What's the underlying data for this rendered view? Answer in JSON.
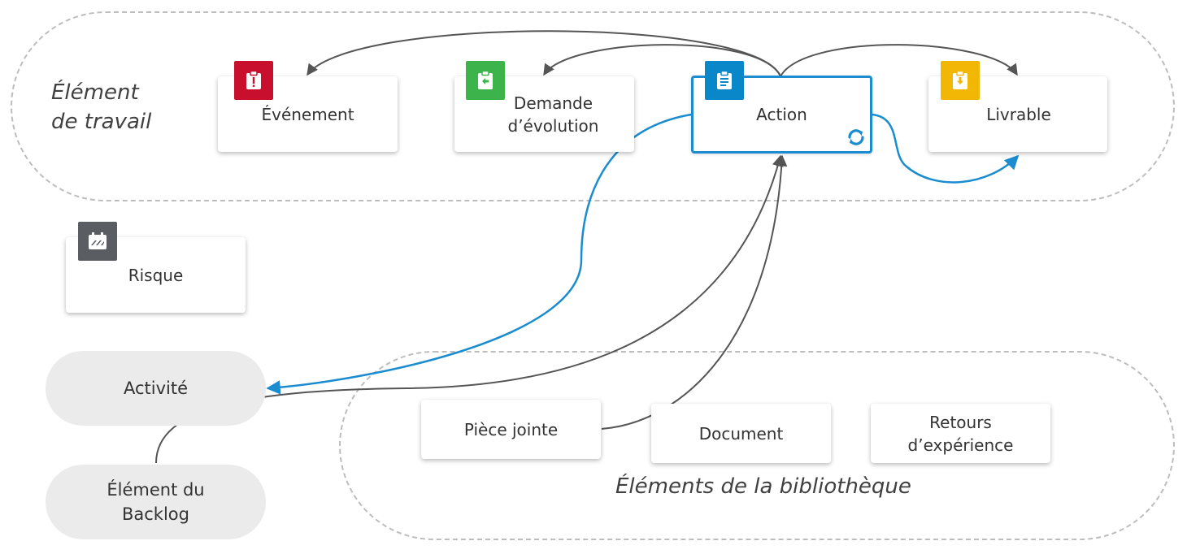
{
  "groups": {
    "work_items": {
      "label": "Élément\nde travail"
    },
    "library": {
      "label": "Éléments de la bibliothèque"
    }
  },
  "nodes": {
    "evenement": {
      "label": "Événement",
      "icon": "alert-clipboard-icon",
      "icon_color": "#c8102e"
    },
    "demande_evolution": {
      "label": "Demande\nd’évolution",
      "icon": "arrow-left-clipboard-icon",
      "icon_color": "#3cb44b"
    },
    "action": {
      "label": "Action",
      "icon": "list-clipboard-icon",
      "icon_color": "#0a87c9",
      "status_icon": "refresh-icon"
    },
    "livrable": {
      "label": "Livrable",
      "icon": "arrow-down-clipboard-icon",
      "icon_color": "#f2b705"
    },
    "risque": {
      "label": "Risque",
      "icon": "risk-calendar-icon",
      "icon_color": "#5a5e63"
    },
    "piece_jointe": {
      "label": "Pièce jointe"
    },
    "document": {
      "label": "Document"
    },
    "retours_experience": {
      "label": "Retours\nd’expérience"
    }
  },
  "pills": {
    "activite": {
      "label": "Activité"
    },
    "element_backlog": {
      "label": "Élément du\nBacklog"
    }
  },
  "colors": {
    "selected": "#1a8ccf",
    "edge_gray": "#555555",
    "edge_blue": "#1a8ccf",
    "dashed_border": "#bdbdbd",
    "pill_fill": "#ebebeb"
  },
  "edges": [
    {
      "from": "action",
      "to": "evenement",
      "style": "gray"
    },
    {
      "from": "action",
      "to": "demande_evolution",
      "style": "gray"
    },
    {
      "from": "action",
      "to": "livrable",
      "style": "gray"
    },
    {
      "from": "action",
      "to": "livrable",
      "style": "blue"
    },
    {
      "from": "action",
      "to": "activite",
      "style": "blue"
    },
    {
      "from": "element_backlog",
      "to": "action",
      "style": "gray"
    },
    {
      "from": "piece_jointe",
      "to": "action",
      "style": "gray"
    }
  ]
}
